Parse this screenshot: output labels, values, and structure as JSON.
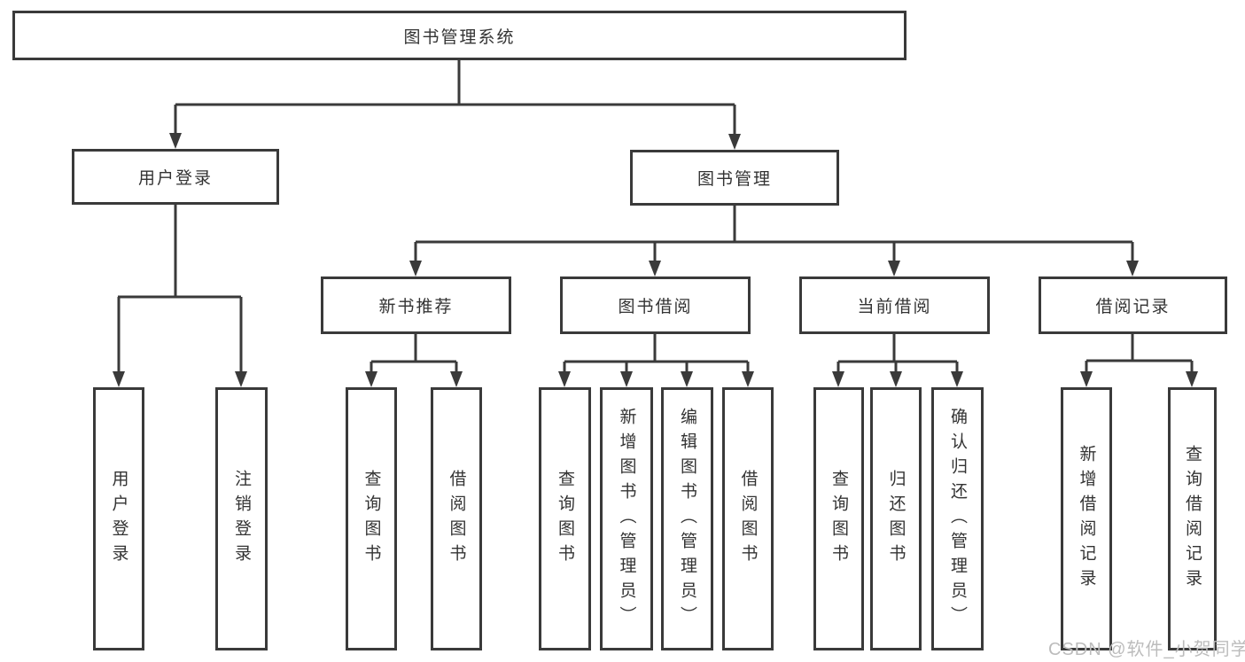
{
  "diagram": {
    "root": {
      "label": "图书管理系统"
    },
    "level2": [
      {
        "id": "user-login",
        "label": "用户登录"
      },
      {
        "id": "book-management",
        "label": "图书管理"
      }
    ],
    "level3": [
      {
        "id": "new-book-recommend",
        "parent": "图书管理",
        "label": "新书推荐"
      },
      {
        "id": "book-borrow",
        "parent": "图书管理",
        "label": "图书借阅"
      },
      {
        "id": "current-borrow",
        "parent": "图书管理",
        "label": "当前借阅"
      },
      {
        "id": "borrow-records",
        "parent": "图书管理",
        "label": "借阅记录"
      }
    ],
    "leaves": [
      {
        "parent": "用户登录",
        "label": "用户登录"
      },
      {
        "parent": "用户登录",
        "label": "注销登录"
      },
      {
        "parent": "新书推荐",
        "label": "查询图书"
      },
      {
        "parent": "新书推荐",
        "label": "借阅图书"
      },
      {
        "parent": "图书借阅",
        "label": "查询图书"
      },
      {
        "parent": "图书借阅",
        "label": "新增图书（管理员）"
      },
      {
        "parent": "图书借阅",
        "label": "编辑图书（管理员）"
      },
      {
        "parent": "图书借阅",
        "label": "借阅图书"
      },
      {
        "parent": "当前借阅",
        "label": "查询图书"
      },
      {
        "parent": "当前借阅",
        "label": "归还图书"
      },
      {
        "parent": "当前借阅",
        "label": "确认归还（管理员）"
      },
      {
        "parent": "借阅记录",
        "label": "新增借阅记录"
      },
      {
        "parent": "借阅记录",
        "label": "查询借阅记录"
      }
    ],
    "colors": {
      "line": "#3a3a3a",
      "text": "#333333",
      "box_bg": "#ffffff",
      "watermark": "#bcbcbc"
    }
  },
  "watermark": {
    "text": "CSDN @软件_小贺同学"
  }
}
